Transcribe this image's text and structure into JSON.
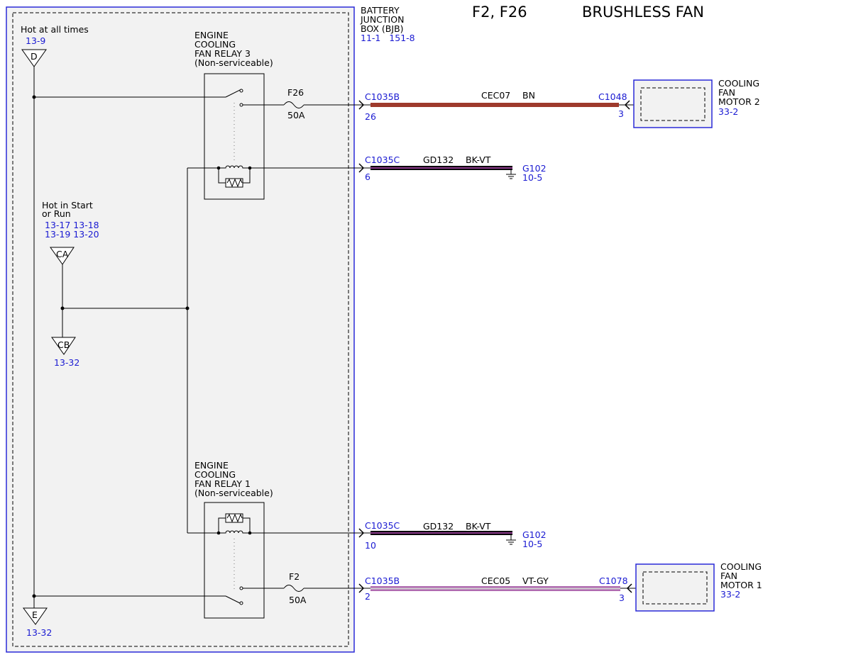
{
  "title": {
    "circuit": "F2, F26",
    "name": "BRUSHLESS FAN"
  },
  "bjb": {
    "label": [
      "BATTERY",
      "JUNCTION",
      "BOX (BJB)"
    ],
    "refs": "11-1   151-8"
  },
  "power": {
    "hot_always": {
      "label": "Hot at all times",
      "ref": "13-9",
      "node": "D"
    },
    "hot_start_run": {
      "label": [
        "Hot in Start",
        "or Run"
      ],
      "refs": [
        "13-17 13-18",
        "13-19 13-20"
      ],
      "node_a": "CA",
      "node_b": "CB",
      "ref_b": "13-32"
    },
    "bottom": {
      "node": "E",
      "ref": "13-32"
    }
  },
  "relays": [
    {
      "label": [
        "ENGINE",
        "COOLING",
        "FAN RELAY 3",
        "(Non-serviceable)"
      ]
    },
    {
      "label": [
        "ENGINE",
        "COOLING",
        "FAN RELAY 1",
        "(Non-serviceable)"
      ]
    }
  ],
  "fuses": [
    {
      "name": "F26",
      "rating": "50A"
    },
    {
      "name": "F2",
      "rating": "50A"
    }
  ],
  "wires": [
    {
      "connector": "C1035B",
      "pin": "26",
      "circuit": "CEC07",
      "color": "BN",
      "end_connector": "C1048",
      "end_pin": "3",
      "colors": [
        "#9e3a2c"
      ]
    },
    {
      "connector": "C1035C",
      "pin": "6",
      "circuit": "GD132",
      "color": "BK-VT",
      "ground": "G102",
      "ground_ref": "10-5",
      "colors": [
        "#000000",
        "#8b3a8b"
      ]
    },
    {
      "connector": "C1035C",
      "pin": "10",
      "circuit": "GD132",
      "color": "BK-VT",
      "ground": "G102",
      "ground_ref": "10-5",
      "colors": [
        "#000000",
        "#8b3a8b"
      ]
    },
    {
      "connector": "C1035B",
      "pin": "2",
      "circuit": "CEC05",
      "color": "VT-GY",
      "end_connector": "C1078",
      "end_pin": "3",
      "colors": [
        "#b06ab0",
        "#c8c8c8"
      ]
    }
  ],
  "motors": [
    {
      "label": [
        "COOLING",
        "FAN",
        "MOTOR 2"
      ],
      "ref": "33-2"
    },
    {
      "label": [
        "COOLING",
        "FAN",
        "MOTOR 1"
      ],
      "ref": "33-2"
    }
  ],
  "colors": {
    "ref_text": "#1a1ad2",
    "box_border": "#2a2ad8",
    "box_fill": "#f2f2f2"
  }
}
